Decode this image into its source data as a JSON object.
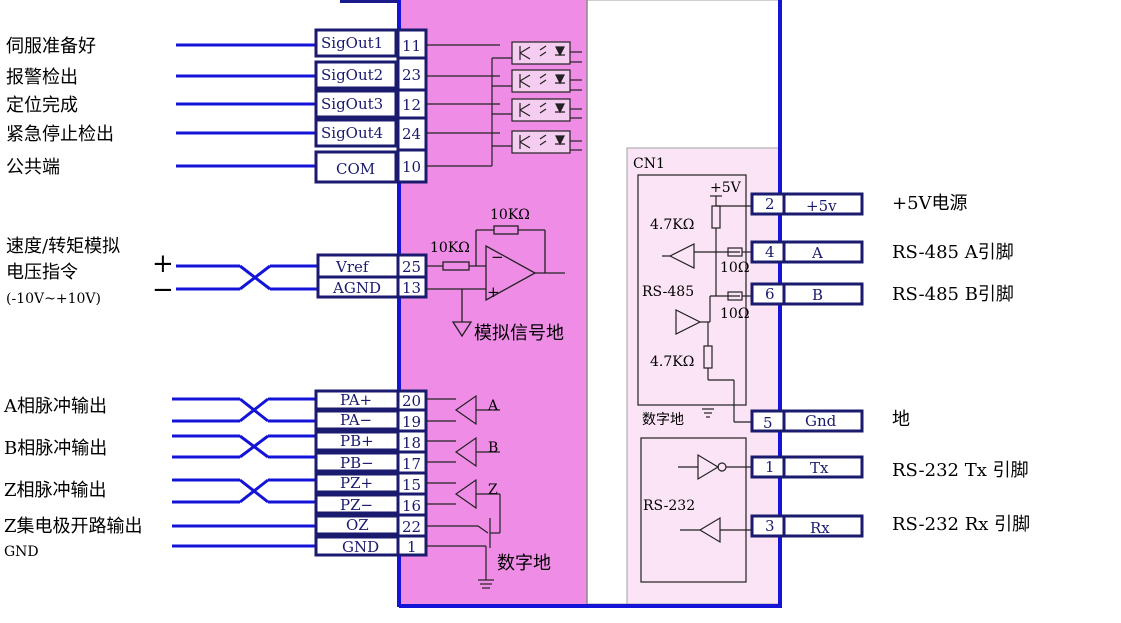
{
  "left_signals": {
    "servo_ready": "伺服准备好",
    "alarm": "报警检出",
    "pos_done": "定位完成",
    "estop": "紧急停止检出",
    "common": "公共端",
    "analog1": "速度/转矩模拟",
    "analog2": "电压指令",
    "analog3": "(-10V~+10V)",
    "plus": "+",
    "minus": "−",
    "pa": "A相脉冲输出",
    "pb": "B相脉冲输出",
    "pz": "Z相脉冲输出",
    "oz": "Z集电极开路输出",
    "gnd": "GND"
  },
  "pins": {
    "sigout1": "SigOut1",
    "n11": "11",
    "sigout2": "SigOut2",
    "n23": "23",
    "sigout3": "SigOut3",
    "n12": "12",
    "sigout4": "SigOut4",
    "n24": "24",
    "com": "COM",
    "n10": "10",
    "vref": "Vref",
    "n25": "25",
    "agnd": "AGND",
    "n13": "13",
    "pap": "PA+",
    "n20": "20",
    "pam": "PA−",
    "n19": "19",
    "pbp": "PB+",
    "n18": "18",
    "pbm": "PB−",
    "n17": "17",
    "pzp": "PZ+",
    "n15": "15",
    "pzm": "PZ−",
    "n16": "16",
    "oz": "OZ",
    "n22": "22",
    "gnd": "GND",
    "n1": "1"
  },
  "center": {
    "r_fb": "10KΩ",
    "r_in": "10KΩ",
    "analog_gnd": "模拟信号地",
    "ch_a": "A",
    "ch_b": "B",
    "ch_z": "Z",
    "digital_gnd": "数字地"
  },
  "cn1": {
    "title": "CN1",
    "v5": "+5V",
    "r47_top": "4.7KΩ",
    "r47_bot": "4.7KΩ",
    "r10_a": "10Ω",
    "r10_b": "10Ω",
    "rs485": "RS-485",
    "rs232": "RS-232",
    "digital_gnd": "数字地",
    "n2": "2",
    "p5v": "+5v",
    "n4": "4",
    "pa": "A",
    "n6": "6",
    "pb": "B",
    "n5": "5",
    "pgnd": "Gnd",
    "n1": "1",
    "ptx": "Tx",
    "n3": "3",
    "prx": "Rx"
  },
  "right_labels": {
    "power": "+5V电源",
    "a485": "RS-485 A引脚",
    "b485": "RS-485 B引脚",
    "ground": "地",
    "tx232": "RS-232 Tx 引脚",
    "rx232": "RS-232 Rx 引脚"
  }
}
